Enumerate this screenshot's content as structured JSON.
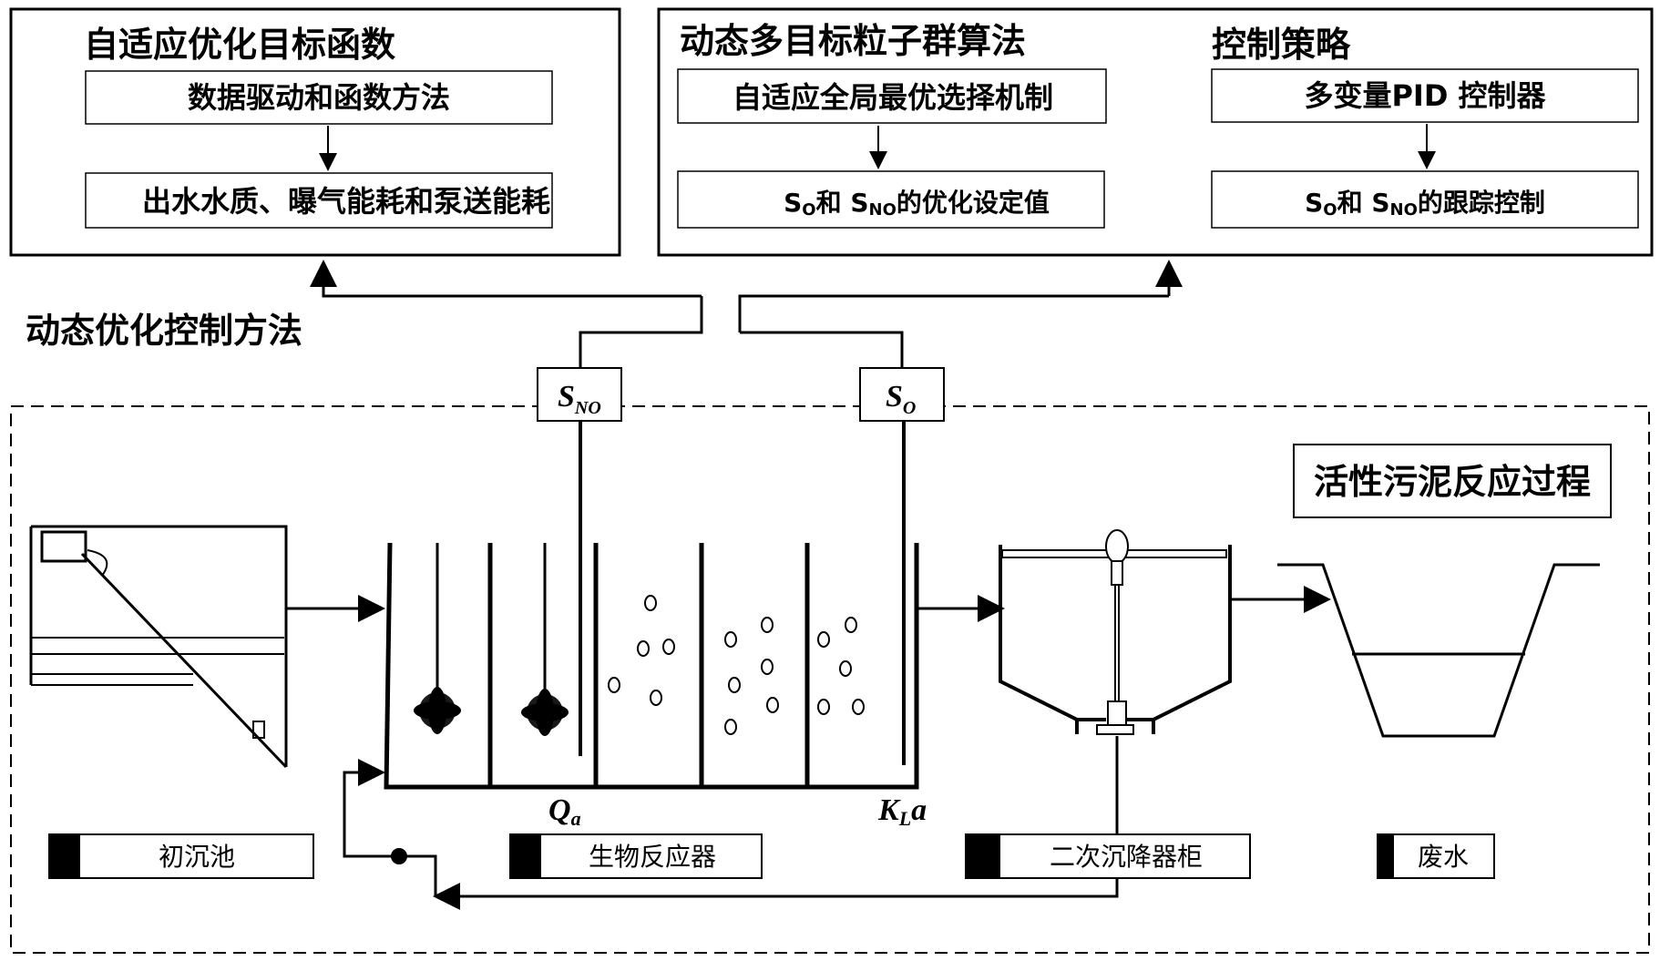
{
  "top_left": {
    "title": "自适应优化目标函数",
    "box1": "数据驱动和函数方法",
    "box2": "出水水质、曝气能耗和泵送能耗"
  },
  "top_right": {
    "title_left": "动态多目标粒子群算法",
    "title_right": "控制策略",
    "box1": "自适应全局最优选择机制",
    "box2_pre": "S",
    "box2_pre_sub": "O",
    "box2_mid": "和 S",
    "box2_mid_sub": "NO",
    "box2_post": "的优化设定值",
    "box3": "多变量PID 控制器",
    "box4_pre": "S",
    "box4_pre_sub": "O",
    "box4_mid": "和 S",
    "box4_mid_sub": "NO",
    "box4_post": "的跟踪控制"
  },
  "method_label": "动态优化控制方法",
  "sensors": {
    "sno_main": "S",
    "sno_sub": "NO",
    "so_main": "S",
    "so_sub": "O"
  },
  "process_label": "活性污泥反应过程",
  "flow_labels": {
    "qa_main": "Q",
    "qa_sub": "a",
    "kla_main": "K",
    "kla_sub": "L",
    "kla_tail": "a"
  },
  "units": {
    "primary_clarifier": "初沉池",
    "bioreactor": "生物反应器",
    "secondary_settler": "二次沉降器柜",
    "wastewater": "废水"
  }
}
